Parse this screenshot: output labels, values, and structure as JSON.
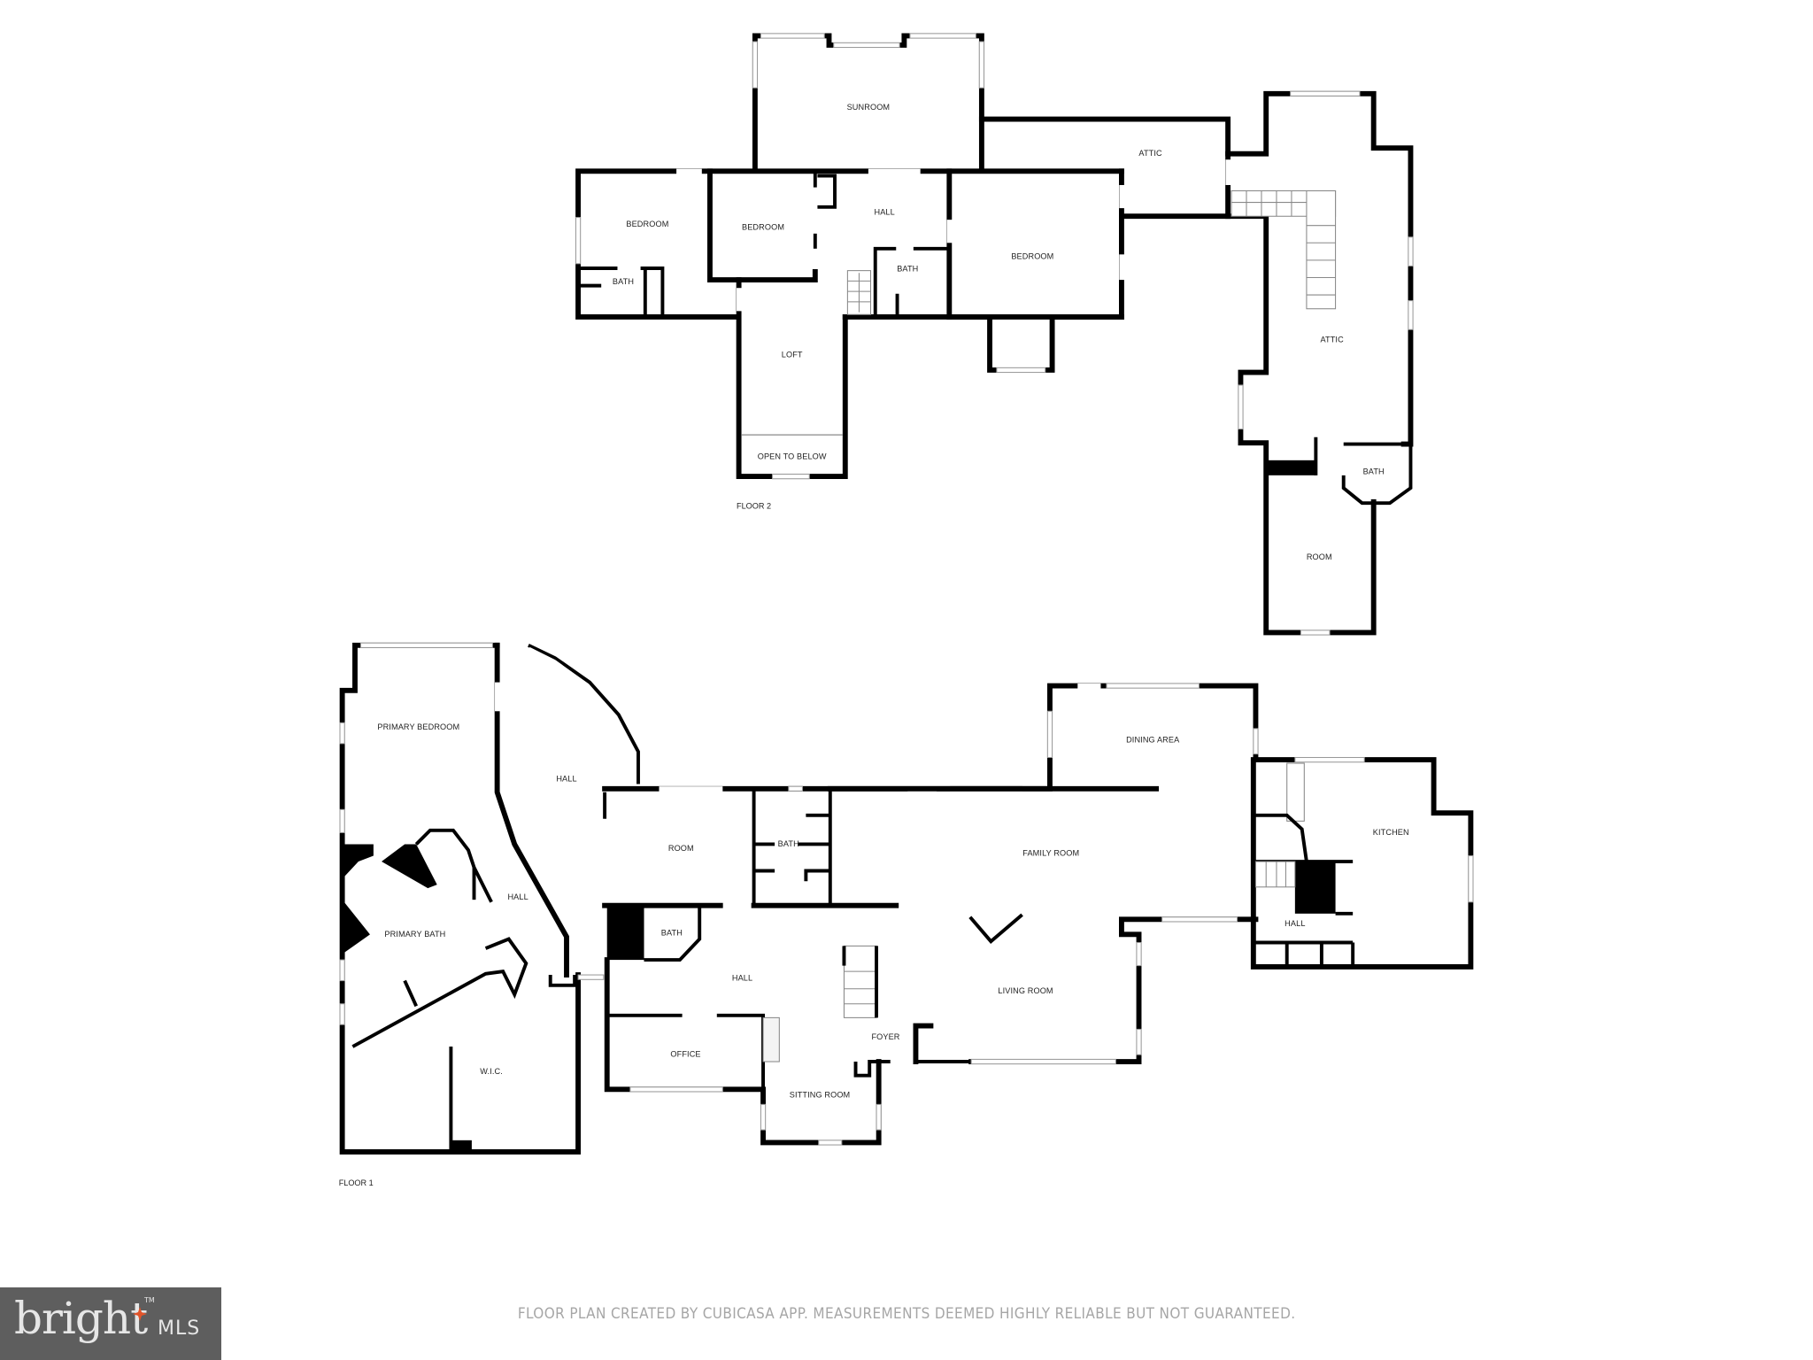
{
  "floor2": {
    "label": "FLOOR 2",
    "rooms": {
      "sunroom": "SUNROOM",
      "attic_top": "ATTIC",
      "bedroom_left": "BEDROOM",
      "bath_left": "BATH",
      "bedroom_mid": "BEDROOM",
      "hall": "HALL",
      "bath_mid": "BATH",
      "bedroom_right": "BEDROOM",
      "loft": "LOFT",
      "open_to_below": "OPEN TO BELOW",
      "attic_right": "ATTIC",
      "bath_right": "BATH",
      "room": "ROOM"
    }
  },
  "floor1": {
    "label": "FLOOR 1",
    "rooms": {
      "primary_bedroom": "PRIMARY BEDROOM",
      "hall_curved": "HALL",
      "hall_inner": "HALL",
      "primary_bath": "PRIMARY BATH",
      "wic": "W.I.C.",
      "room": "ROOM",
      "bath_upper": "BATH",
      "bath_lower": "BATH",
      "hall_center": "HALL",
      "office": "OFFICE",
      "sitting_room": "SITTING ROOM",
      "foyer": "FOYER",
      "family_room": "FAMILY ROOM",
      "living_room": "LIVING ROOM",
      "dining_area": "DINING AREA",
      "kitchen": "KITCHEN",
      "hall_kitchen": "HALL"
    }
  },
  "footer": {
    "disclaimer": "FLOOR PLAN CREATED BY CUBICASA APP. MEASUREMENTS DEEMED HIGHLY RELIABLE BUT NOT GUARANTEED.",
    "logo_word": "bright",
    "logo_tm": "TM",
    "logo_suffix": "MLS",
    "logo_bg": "#5e5e5e",
    "logo_accent": "#e2542a"
  }
}
